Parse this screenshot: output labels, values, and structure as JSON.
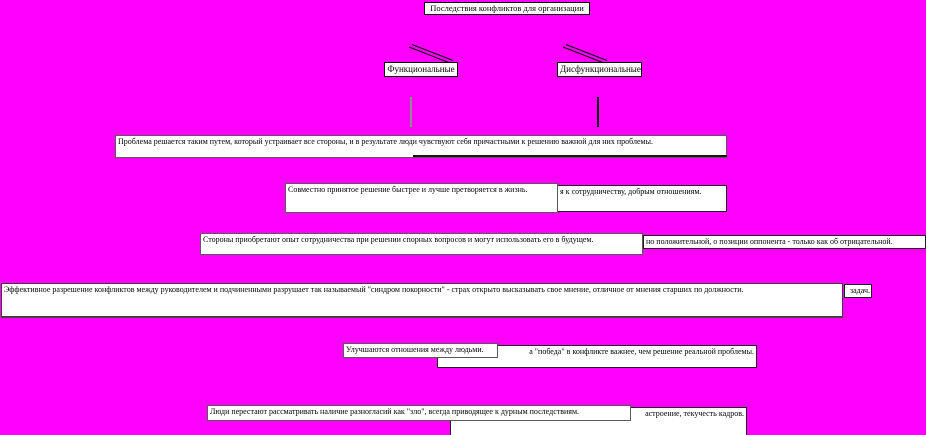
{
  "colors": {
    "background": "#ff00ff",
    "box_background": "#ffffff",
    "text": "#000000",
    "border_light": "#5a5a5a",
    "border_dark": "#1f1f1f",
    "connector_gray": "#8f8f8f",
    "connector_black": "#000000"
  },
  "title": "Последствия конфликтов для организации",
  "branches": {
    "functional": "Функциональные",
    "dysfunctional": "Дисфункциональные"
  },
  "functional_items": [
    "Проблема решается таким путем, который устраивает все стороны, и в результате люди чувствуют себя причастными к решению важной для них проблемы.",
    "Совместно принятое решение быстрее и лучше претворяется в жизнь.",
    "Стороны приобретают опыт сотрудничества при решении спорных вопросов и могут использовать его в будущем.",
    "Эффективное разрешение конфликтов между руководителем и подчиненными разрушает так называемый \"синдром покорности\" - страх открыто высказывать свое мнение, отличное от мнения старших по должности.",
    "Улучшаются отношения между людьми.",
    "Люди перестают рассматривать наличие разногласий как \"зло\", всегда приводящее к дурным последствиям."
  ],
  "dysfunctional_fragments": {
    "row2": "я к сотрудничеству, добрым отношениям.",
    "row3": "но положительной, о позиции оппонента - только как об отрицательной.",
    "row4": "задач.",
    "row5": "а \"победа\" в конфликте важнее, чем решение реальной проблемы.",
    "row6": "астроение, текучесть кадров."
  }
}
